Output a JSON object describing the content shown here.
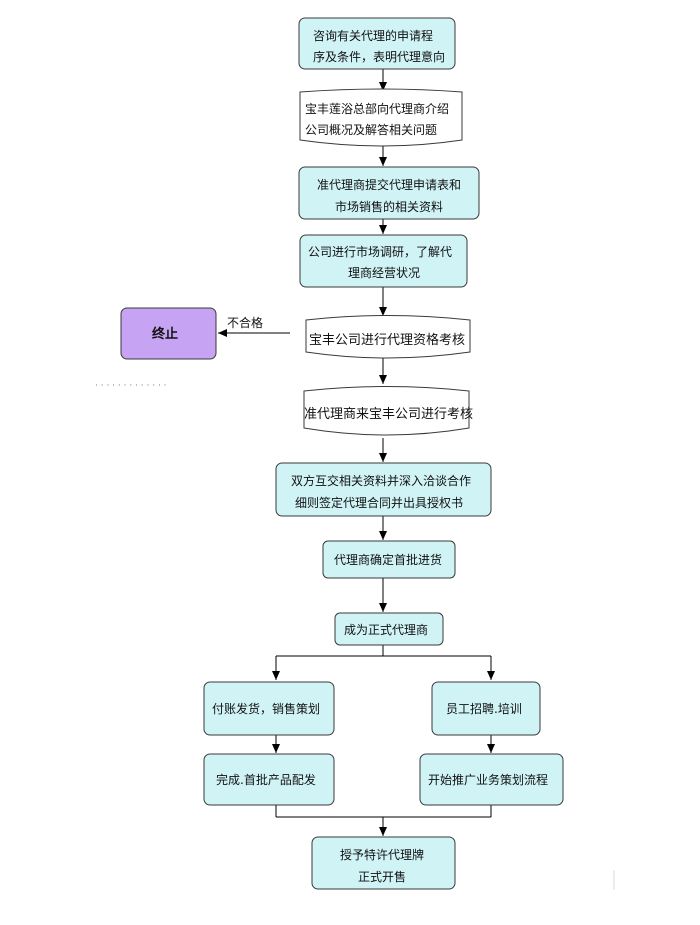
{
  "steps": {
    "s1": {
      "line1": "咨询有关代理的申请程",
      "line2": "序及条件，表明代理意向"
    },
    "s2": {
      "line1": "宝丰莲浴总部向代理商介绍",
      "line2": "公司概况及解答相关问题"
    },
    "s3": {
      "line1": "准代理商提交代理申请表和",
      "line2": "市场销售的相关资料"
    },
    "s4": {
      "line1": "公司进行市场调研，了解代",
      "line2": "理商经营状况"
    },
    "s5": {
      "line1": "宝丰公司进行代理资格考核"
    },
    "s6": {
      "line1": "准代理商来宝丰公司进行考核"
    },
    "s7": {
      "line1": "双方互交相关资料并深入洽谈合作",
      "line2": "细则签定代理合同并出具授权书"
    },
    "s8": {
      "line1": "代理商确定首批进货"
    },
    "s9": {
      "line1": "成为正式代理商"
    },
    "s10": {
      "line1": "付账发货，销售策划"
    },
    "s11": {
      "line1": "员工招聘.培训"
    },
    "s12": {
      "line1": "完成.首批产品配发"
    },
    "s13": {
      "line1": "开始推广业务策划流程"
    },
    "s14": {
      "line1": "授予特许代理牌",
      "line2": "正式开售"
    }
  },
  "terminate": {
    "label": "终止"
  },
  "reject_label": "不合格",
  "dotted": "· · · · · · · · · · · · ·",
  "colors": {
    "process_fill": "#d0f3f6",
    "terminate_fill": "#c7a3f3"
  }
}
